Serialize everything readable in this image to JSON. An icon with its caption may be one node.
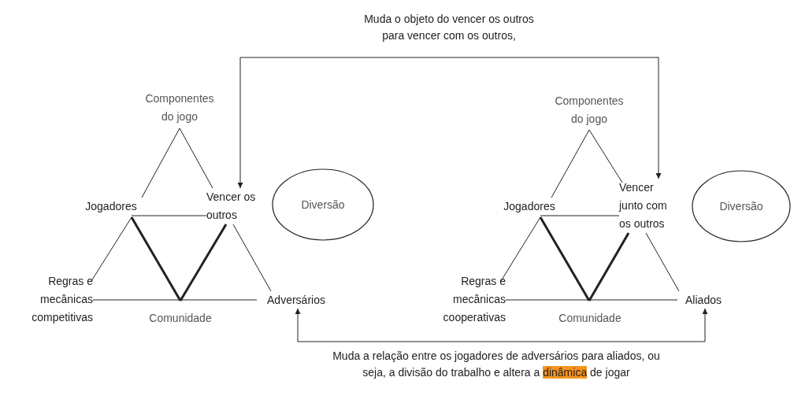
{
  "diagram": {
    "nodes": [
      {
        "text": [
          "Componentes do jogo"
        ]
      },
      {
        "text": [
          "Jogadores"
        ]
      },
      {
        "text": [
          "Vencer os outros"
        ]
      },
      {
        "text": [
          "Diversão"
        ]
      },
      {
        "text": [
          "Regras e mecânicas competitivas"
        ]
      },
      {
        "text": [
          "Comunidade"
        ]
      },
      {
        "text": [
          "Adversários"
        ]
      },
      {
        "text": [
          "Componentes do jogo"
        ]
      },
      {
        "text": [
          "Jogadores"
        ]
      },
      {
        "text": [
          "Vencer junto com os outros"
        ]
      },
      {
        "text": [
          "Diversão"
        ]
      },
      {
        "text": [
          "Regras e mecânicas cooperativas"
        ]
      },
      {
        "text": [
          "Comunidade"
        ]
      },
      {
        "text": [
          "Aliados"
        ]
      }
    ],
    "edges": [
      {
        "from": 0,
        "to": 1,
        "arrow": "none"
      },
      {
        "from": 0,
        "to": 2,
        "arrow": "none"
      },
      {
        "from": 1,
        "to": 2,
        "arrow": "none"
      },
      {
        "from": 1,
        "to": 4,
        "arrow": "none"
      },
      {
        "from": 1,
        "to": 5,
        "arrow": "none",
        "style": "thick"
      },
      {
        "from": 2,
        "to": 5,
        "arrow": "none",
        "style": "thick"
      },
      {
        "from": 2,
        "to": 6,
        "arrow": "none"
      },
      {
        "from": 4,
        "to": 6,
        "arrow": "none"
      },
      {
        "from": 7,
        "to": 8,
        "arrow": "none"
      },
      {
        "from": 7,
        "to": 9,
        "arrow": "none"
      },
      {
        "from": 8,
        "to": 9,
        "arrow": "none"
      },
      {
        "from": 8,
        "to": 11,
        "arrow": "none"
      },
      {
        "from": 8,
        "to": 12,
        "arrow": "none",
        "style": "thick"
      },
      {
        "from": 9,
        "to": 12,
        "arrow": "none",
        "style": "thick"
      },
      {
        "from": 9,
        "to": 13,
        "arrow": "none"
      },
      {
        "from": 11,
        "to": 13,
        "arrow": "none"
      },
      {
        "from": 2,
        "to": 9,
        "arrow": "both",
        "label": "Muda o objeto do vencer os outros para vencer com os outros,"
      },
      {
        "from": 6,
        "to": 13,
        "arrow": "both",
        "label": "Muda a relação entre os jogadores de adversários para aliados, ou seja, a divisão do trabalho e altera a **dinâmica** de jogar"
      }
    ]
  }
}
